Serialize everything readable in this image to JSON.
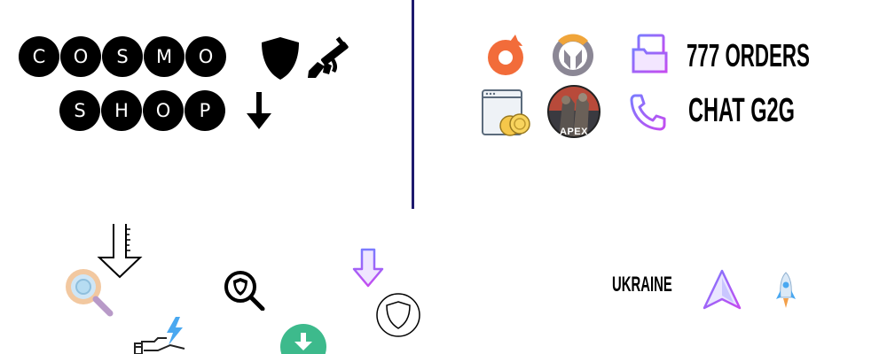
{
  "brand": {
    "line1": [
      "C",
      "O",
      "S",
      "M",
      "O"
    ],
    "line2": [
      "S",
      "H",
      "O",
      "P"
    ]
  },
  "stats": {
    "orders": "777 ORDERS",
    "chat": "CHAT G2G"
  },
  "region": "UKRAINE",
  "icons": {
    "origin": "origin-logo-icon",
    "overwatch": "overwatch-logo-icon",
    "apex": "apex-legends-logo-icon",
    "apex_text": "APEX",
    "orders": "orders-box-icon",
    "phone": "phone-icon",
    "coins": "browser-coins-icon"
  },
  "colors": {
    "divider": "#1f1a6e",
    "origin": "#f26c3a",
    "overwatch": "#8b8795",
    "gradient_start": "#7b7bff",
    "gradient_end": "#c54cf0",
    "download_green": "#3dba8c"
  }
}
